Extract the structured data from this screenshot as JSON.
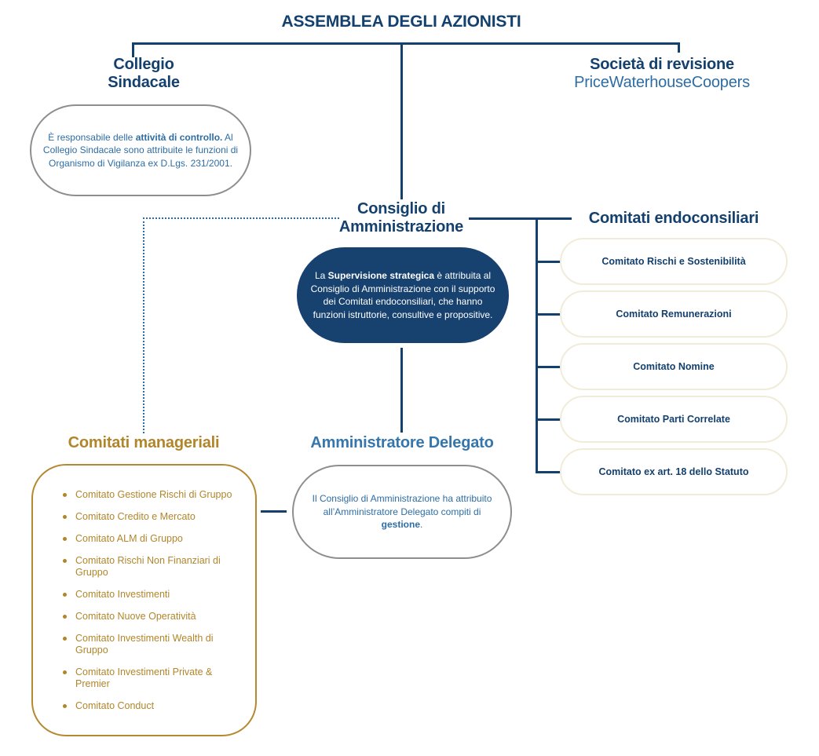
{
  "colors": {
    "navy": "#14406e",
    "blue": "#2e6da4",
    "ad_blue": "#3576ad",
    "gold": "#b1862b",
    "gold_border": "#b5892f",
    "cream": "#f1ecd8",
    "gray": "#8e8e8e",
    "navy_fill": "#17416f",
    "bg": "#ffffff"
  },
  "title": "ASSEMBLEA DEGLI AZIONISTI",
  "collegio_sindacale": {
    "heading_lines": [
      "Collegio",
      "Sindacale"
    ],
    "note": {
      "prefix": "È responsabile delle ",
      "bold": "attività di controllo.",
      "suffix": " Al Collegio Sindacale sono attribuite le funzioni di Organismo di Vigilanza ex D.Lgs. 231/2001."
    }
  },
  "societa_revisione": {
    "heading": "Società di revisione",
    "subheading": "PriceWaterhouseCoopers"
  },
  "consiglio_amministrazione": {
    "heading_lines": [
      "Consiglio di",
      "Amministrazione"
    ],
    "note": {
      "prefix": "La ",
      "bold": "Supervisione strategica",
      "suffix": " è attribuita al Consiglio di Amministrazione con il supporto dei Comitati endoconsiliari, che hanno funzioni istruttorie, consultive e propositive."
    }
  },
  "comitati_endoconsiliari": {
    "heading": "Comitati endoconsiliari",
    "items": [
      "Comitato Rischi e Sostenibilità",
      "Comitato Remunerazioni",
      "Comitato Nomine",
      "Comitato Parti Correlate",
      "Comitato ex art. 18 dello Statuto"
    ]
  },
  "amministratore_delegato": {
    "heading": "Amministratore Delegato",
    "note": {
      "prefix": "Il Consiglio di Amministrazione ha attribuito all’Amministratore Delegato compiti di ",
      "bold": "gestione",
      "suffix": "."
    }
  },
  "comitati_manageriali": {
    "heading": "Comitati manageriali",
    "items": [
      "Comitato Gestione Rischi di Gruppo",
      "Comitato Credito e Mercato",
      "Comitato ALM di Gruppo",
      "Comitato Rischi Non Finanziari di Gruppo",
      "Comitato Investimenti",
      "Comitato Nuove Operatività",
      "Comitato Investimenti Wealth di Gruppo",
      "Comitato Investimenti Private & Premier",
      "Comitato Conduct"
    ]
  }
}
